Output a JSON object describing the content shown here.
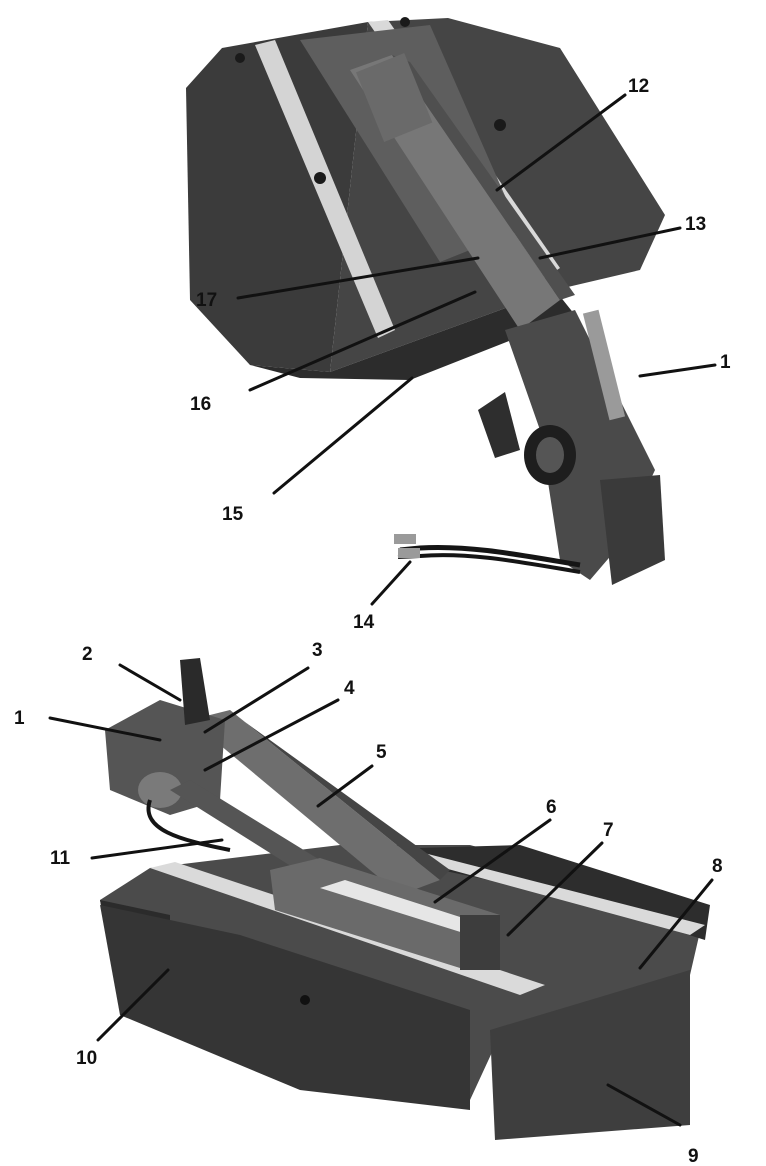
{
  "figure": {
    "top_view": "mower-overhead-view",
    "bottom_view": "mower-front-view"
  },
  "callouts": [
    {
      "id": "c12",
      "label": "12"
    },
    {
      "id": "c13",
      "label": "13"
    },
    {
      "id": "c17",
      "label": "17"
    },
    {
      "id": "c16",
      "label": "16"
    },
    {
      "id": "c1a",
      "label": "1"
    },
    {
      "id": "c15",
      "label": "15"
    },
    {
      "id": "c14",
      "label": "14"
    },
    {
      "id": "c2",
      "label": "2"
    },
    {
      "id": "c3",
      "label": "3"
    },
    {
      "id": "c4",
      "label": "4"
    },
    {
      "id": "c1b",
      "label": "1"
    },
    {
      "id": "c5",
      "label": "5"
    },
    {
      "id": "c6",
      "label": "6"
    },
    {
      "id": "c7",
      "label": "7"
    },
    {
      "id": "c8",
      "label": "8"
    },
    {
      "id": "c11",
      "label": "11"
    },
    {
      "id": "c10",
      "label": "10"
    },
    {
      "id": "c9",
      "label": "9"
    }
  ],
  "colors": {
    "deck_dark": "#3a3a3a",
    "deck_mid": "#5a5a5a",
    "deck_light": "#8a8a8a",
    "stripe": "#d9d9d9",
    "line": "#111111"
  }
}
